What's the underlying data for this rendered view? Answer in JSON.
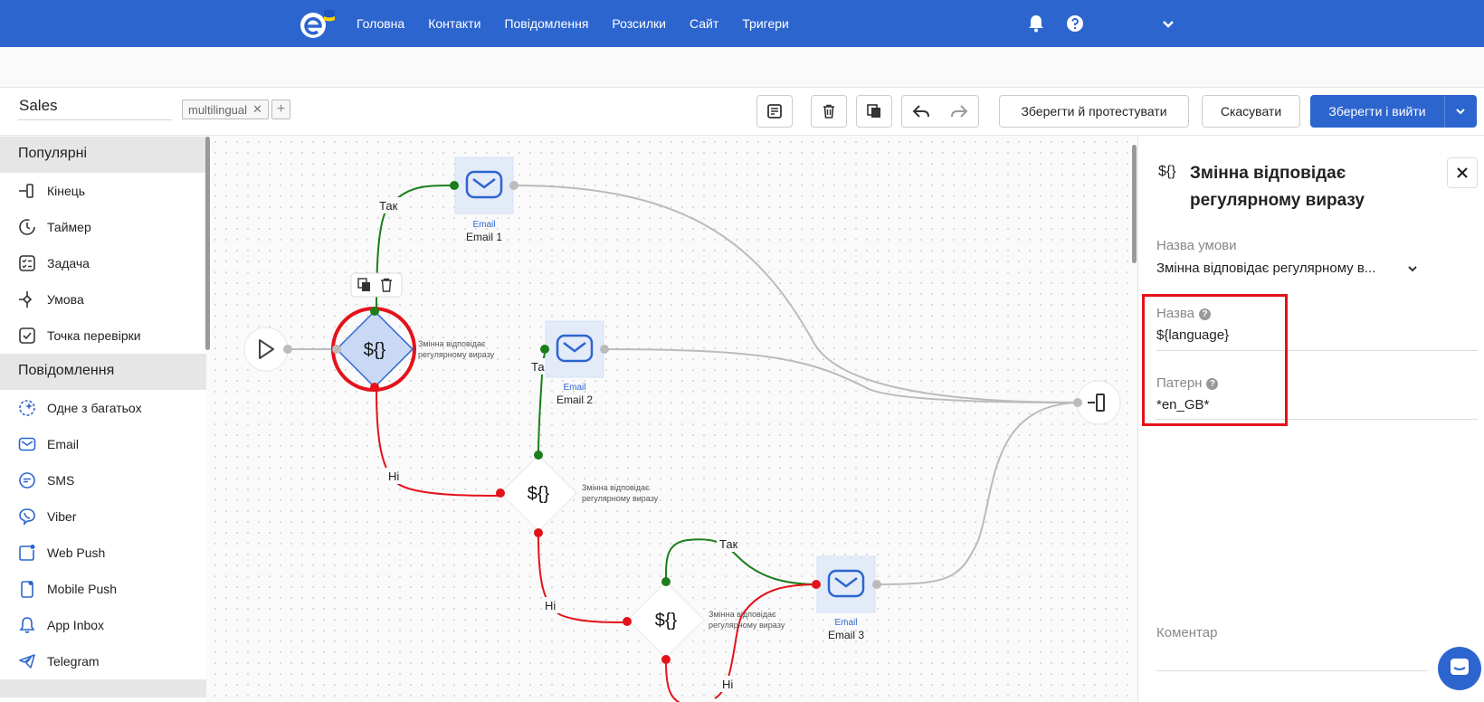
{
  "nav": {
    "items": [
      "Головна",
      "Контакти",
      "Повідомлення",
      "Розсилки",
      "Сайт",
      "Тригери"
    ]
  },
  "toolbar": {
    "flow_name": "Sales",
    "tag": "multilingual",
    "save_test_label": "Зберегти й протестувати",
    "cancel_label": "Скасувати",
    "save_exit_label": "Зберегти і вийти"
  },
  "sidebar": {
    "sections": [
      {
        "title": "Популярні",
        "items": [
          {
            "label": "Кінець",
            "icon": "end-icon"
          },
          {
            "label": "Таймер",
            "icon": "timer-icon"
          },
          {
            "label": "Задача",
            "icon": "task-icon"
          },
          {
            "label": "Умова",
            "icon": "condition-icon"
          },
          {
            "label": "Точка перевірки",
            "icon": "checkpoint-icon"
          }
        ]
      },
      {
        "title": "Повідомлення",
        "items": [
          {
            "label": "Одне з багатьох",
            "icon": "one-of-many-icon"
          },
          {
            "label": "Email",
            "icon": "email-icon"
          },
          {
            "label": "SMS",
            "icon": "sms-icon"
          },
          {
            "label": "Viber",
            "icon": "viber-icon"
          },
          {
            "label": "Web Push",
            "icon": "web-push-icon"
          },
          {
            "label": "Mobile Push",
            "icon": "mobile-push-icon"
          },
          {
            "label": "App Inbox",
            "icon": "app-inbox-icon"
          },
          {
            "label": "Telegram",
            "icon": "telegram-icon"
          }
        ]
      }
    ]
  },
  "canvas": {
    "condition_glyph": "${}",
    "condition_caption_line1": "Змінна відповідає",
    "condition_caption_line2": "регулярному виразу",
    "email_type": "Email",
    "emails": [
      "Email 1",
      "Email 2",
      "Email 3"
    ],
    "yes_label": "Так",
    "no_label": "Ні"
  },
  "panel": {
    "glyph": "${}",
    "title": "Змінна відповідає регулярному виразу",
    "condition_name_label": "Назва умови",
    "condition_name_value": "Змінна відповідає регулярному в...",
    "name_label": "Назва",
    "name_value": "${language}",
    "pattern_label": "Патерн",
    "pattern_value": "*en_GB*",
    "comment_label": "Коментар"
  },
  "colors": {
    "brand": "#2d65cf",
    "yes_edge": "#1a7f1a",
    "no_edge": "#e4121b",
    "highlight": "#e4121b"
  }
}
